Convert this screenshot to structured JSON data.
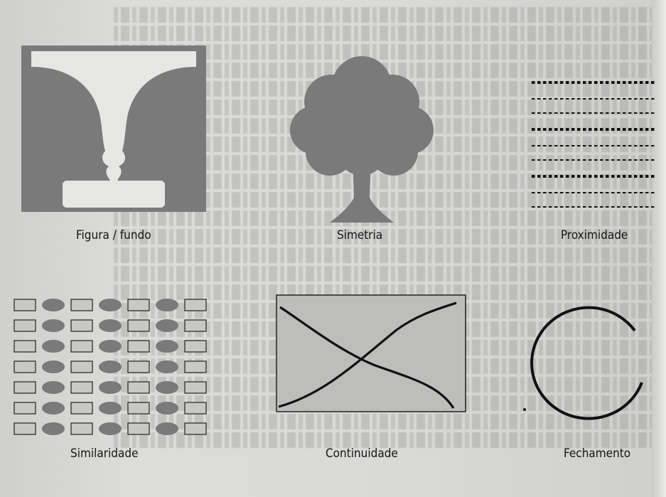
{
  "figures": {
    "figura_fundo": "Figura / fundo",
    "simetria": "Simetria",
    "proximidade": "Proximidade",
    "similaridade": "Similaridade",
    "continuidade": "Continuidade",
    "fechamento": "Fechamento"
  },
  "colors": {
    "shape_gray": "#7a7a7a",
    "dark": "#1a1a1a",
    "page": "#d9d9d7"
  }
}
